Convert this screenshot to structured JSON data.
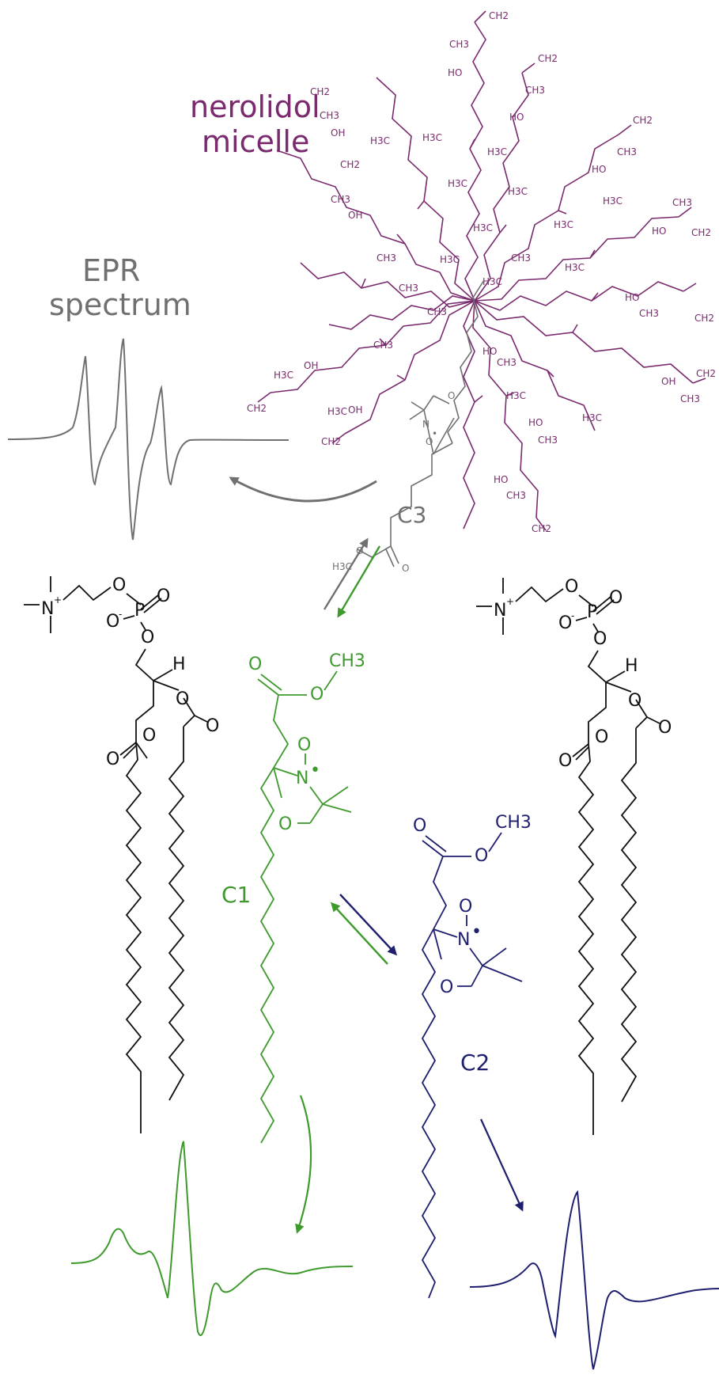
{
  "colors": {
    "micelle": "#7a2a6e",
    "grey": "#707070",
    "green": "#3f9a2d",
    "navy": "#1f1f6f",
    "black": "#111111"
  },
  "labels": {
    "micelle_line1": "nerolidol",
    "micelle_line2": "micelle",
    "epr_line1": "EPR",
    "epr_line2": "spectrum",
    "c1": "C1",
    "c2": "C2",
    "c3": "C3"
  },
  "atoms": {
    "o": "O",
    "n_plus": "N",
    "plus": "+",
    "p": "P",
    "h": "H",
    "minus": "-",
    "ch3": "CH3",
    "ch2": "CH2",
    "h3c": "H3C",
    "ho": "HO",
    "oh": "OH",
    "n_dot": "N",
    "o_dot": "O",
    "dot": "•"
  },
  "icons": {
    "equilibrium": "double-arrow-icon",
    "transition": "curved-arrow-icon"
  }
}
